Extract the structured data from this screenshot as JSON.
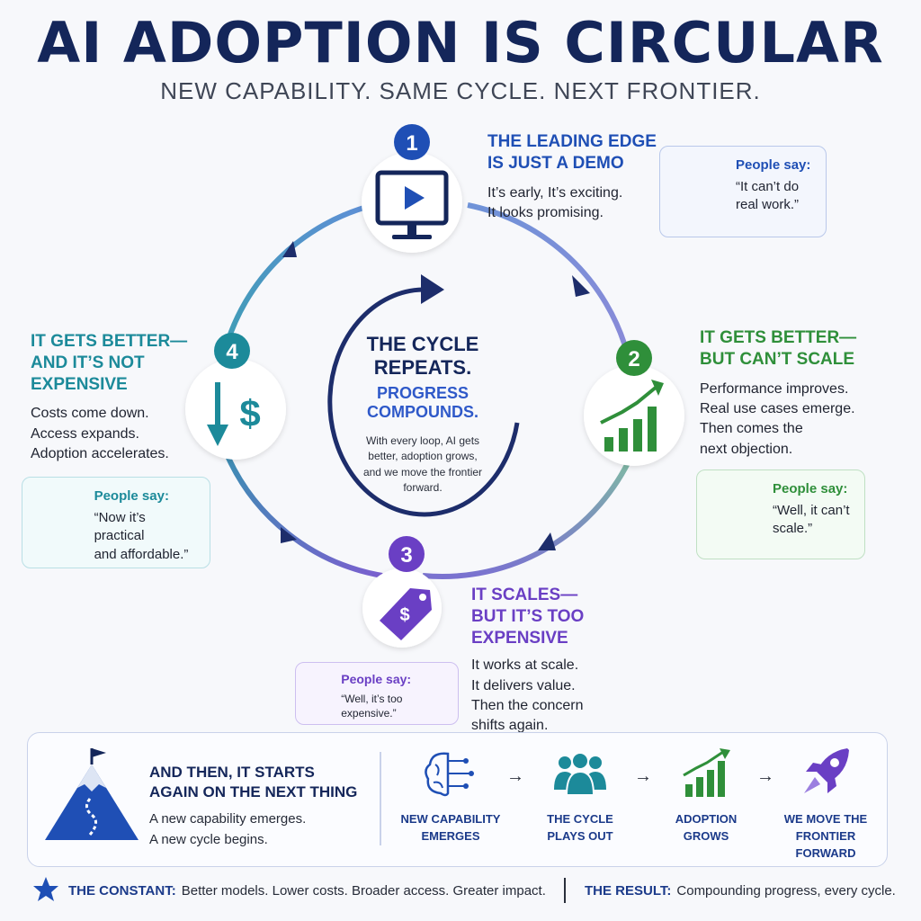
{
  "header": {
    "title": "AI ADOPTION IS CIRCULAR",
    "subtitle": "NEW CAPABILITY. SAME CYCLE. NEXT FRONTIER."
  },
  "center": {
    "title_line1": "THE CYCLE",
    "title_line2": "REPEATS.",
    "sub_line1": "PROGRESS",
    "sub_line2": "COMPOUNDS.",
    "body_line1": "With every loop, AI gets",
    "body_line2": "better, adoption grows,",
    "body_line3": "and we move the frontier",
    "body_line4": "forward."
  },
  "stages": [
    {
      "number": "1",
      "head_line1": "THE LEADING EDGE",
      "head_line2": "IS JUST A DEMO",
      "body_line1": "It’s early, It’s exciting.",
      "body_line2": "It looks promising.",
      "quote_label": "People say:",
      "quote_line1": "“It can’t do",
      "quote_line2": "real work.”",
      "color": "#1f4fb5",
      "icon": "monitor-play-icon"
    },
    {
      "number": "2",
      "head_line1": "IT GETS BETTER—",
      "head_line2": "BUT CAN’T SCALE",
      "body_line1": "Performance improves.",
      "body_line2": "Real use cases emerge.",
      "body_line3": "Then comes the",
      "body_line4": "next objection.",
      "quote_label": "People say:",
      "quote_line1": "“Well, it can’t",
      "quote_line2": "scale.”",
      "color": "#2f8f3a",
      "icon": "growth-chart-icon"
    },
    {
      "number": "3",
      "head_line1": "IT SCALES—",
      "head_line2": "BUT IT’S TOO EXPENSIVE",
      "body_line1": "It works at scale.",
      "body_line2": "It delivers value.",
      "body_line3": "Then the concern",
      "body_line4": "shifts again.",
      "quote_label": "People say:",
      "quote_line1": "“Well, it’s too expensive.”",
      "color": "#6a3fc4",
      "icon": "price-tag-icon"
    },
    {
      "number": "4",
      "head_line1": "IT GETS BETTER—",
      "head_line2": "AND IT’S NOT",
      "head_line3": "EXPENSIVE",
      "body_line1": "Costs come down.",
      "body_line2": "Access expands.",
      "body_line3": "Adoption accelerates.",
      "quote_label": "People say:",
      "quote_line1": "“Now it’s practical",
      "quote_line2": "and affordable.”",
      "color": "#1c8a9a",
      "icon": "cost-down-icon"
    }
  ],
  "bottom": {
    "head_line1": "AND THEN, IT STARTS",
    "head_line2": "AGAIN ON THE NEXT THING",
    "body_line1": "A new capability emerges.",
    "body_line2": "A new cycle begins.",
    "steps": [
      {
        "line1": "NEW CAPABILITY",
        "line2": "EMERGES",
        "icon": "brain-circuit-icon"
      },
      {
        "line1": "THE CYCLE",
        "line2": "PLAYS OUT",
        "icon": "people-group-icon"
      },
      {
        "line1": "ADOPTION",
        "line2": "GROWS",
        "icon": "growth-chart-icon"
      },
      {
        "line1": "WE MOVE THE",
        "line2": "FRONTIER FORWARD",
        "icon": "rocket-icon"
      }
    ],
    "arrow": "→"
  },
  "footer": {
    "constant_key": "THE CONSTANT:",
    "constant_val": "Better models. Lower costs. Broader access. Greater impact.",
    "result_key": "THE RESULT:",
    "result_val": "Compounding progress, every cycle."
  }
}
